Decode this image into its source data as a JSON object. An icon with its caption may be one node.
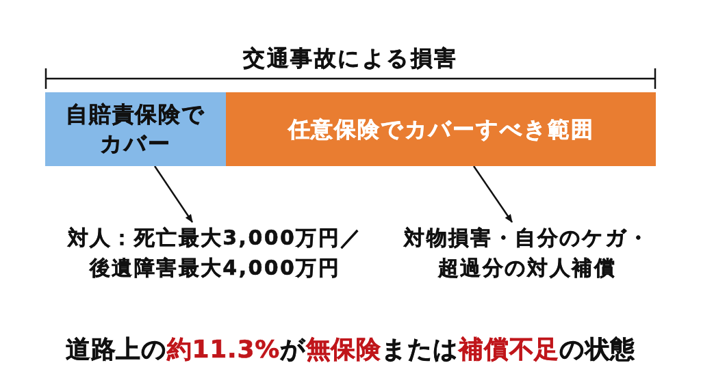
{
  "diagram": {
    "title": "交通事故による損害",
    "nodes": [
      {
        "text": [
          "自賠責保険でカバー"
        ]
      },
      {
        "text": [
          "任意保険でカバーすべき範囲"
        ]
      },
      {
        "text": [
          "対人：死亡最大3,000万円／後遺障害最大4,000万円"
        ]
      },
      {
        "text": [
          "対物損害・自分のケガ・超過分の対人補償"
        ]
      }
    ],
    "edges": [
      {
        "from": 0,
        "to": 2,
        "arrow": "to"
      },
      {
        "from": 1,
        "to": 3,
        "arrow": "to"
      }
    ],
    "caption": "道路上の**約11.3%**が**無保険**または**補償不足**の状態"
  }
}
